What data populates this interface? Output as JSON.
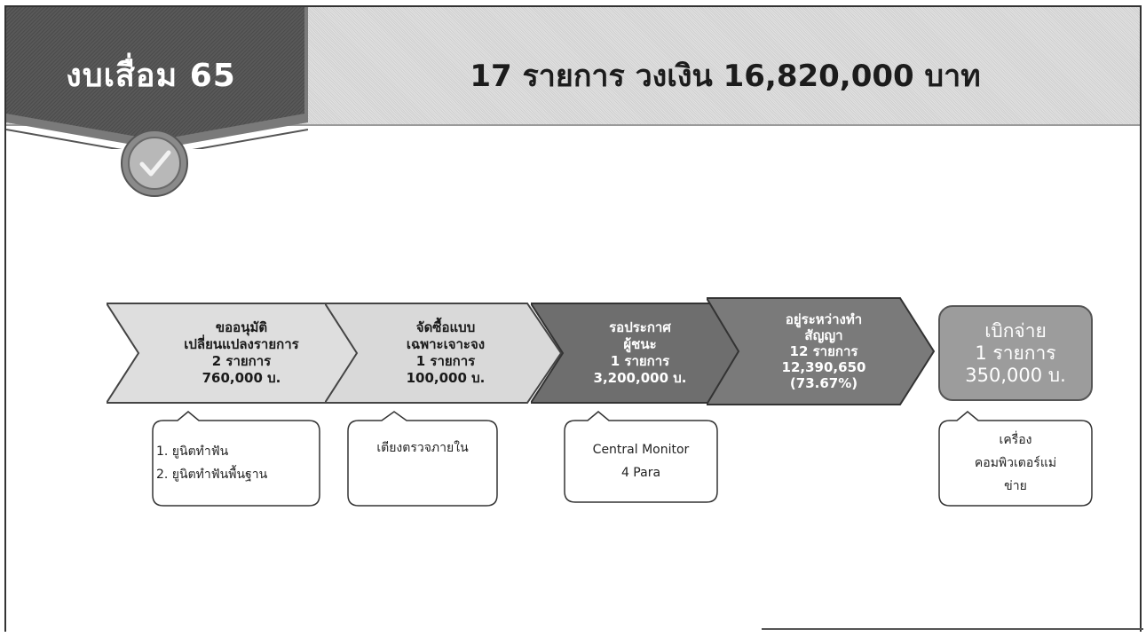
{
  "header": {
    "tab_title": "งบเสื่อม 65",
    "summary": "17 รายการ  วงเงิน 16,820,000 บาท"
  },
  "steps": [
    {
      "lines": [
        "ขออนุมัติ",
        "เปลี่ยนแปลงรายการ",
        "2 รายการ",
        "760,000 บ."
      ]
    },
    {
      "lines": [
        "จัดซื้อแบบ",
        "เฉพาะเจาะจง",
        "1 รายการ",
        "100,000 บ."
      ]
    },
    {
      "lines": [
        "รอประกาศ",
        "ผู้ชนะ",
        "1 รายการ",
        "3,200,000 บ."
      ]
    },
    {
      "lines": [
        "อยู่ระหว่างทำ",
        "สัญญา",
        "12 รายการ",
        "12,390,650",
        "(73.67%)"
      ]
    }
  ],
  "final_step": {
    "lines": [
      "เบิกจ่าย",
      "1 รายการ",
      "350,000 บ."
    ]
  },
  "callouts": [
    {
      "lines": [
        "1. ยูนิตทำฟัน",
        "2. ยูนิตทำฟันพื้นฐาน"
      ]
    },
    {
      "lines": [
        "เตียงตรวจภายใน"
      ]
    },
    {
      "lines": [
        "Central Monitor",
        "4 Para"
      ]
    },
    {
      "lines": [
        "เครื่อง",
        "คอมพิวเตอร์แม่",
        "ข่าย"
      ]
    }
  ],
  "colors": {
    "tab_fill": "#5a5a5a",
    "light_chevron": "#dedede",
    "dark_chevron": "#6e6e6e",
    "final_box": "#9c9c9c"
  }
}
